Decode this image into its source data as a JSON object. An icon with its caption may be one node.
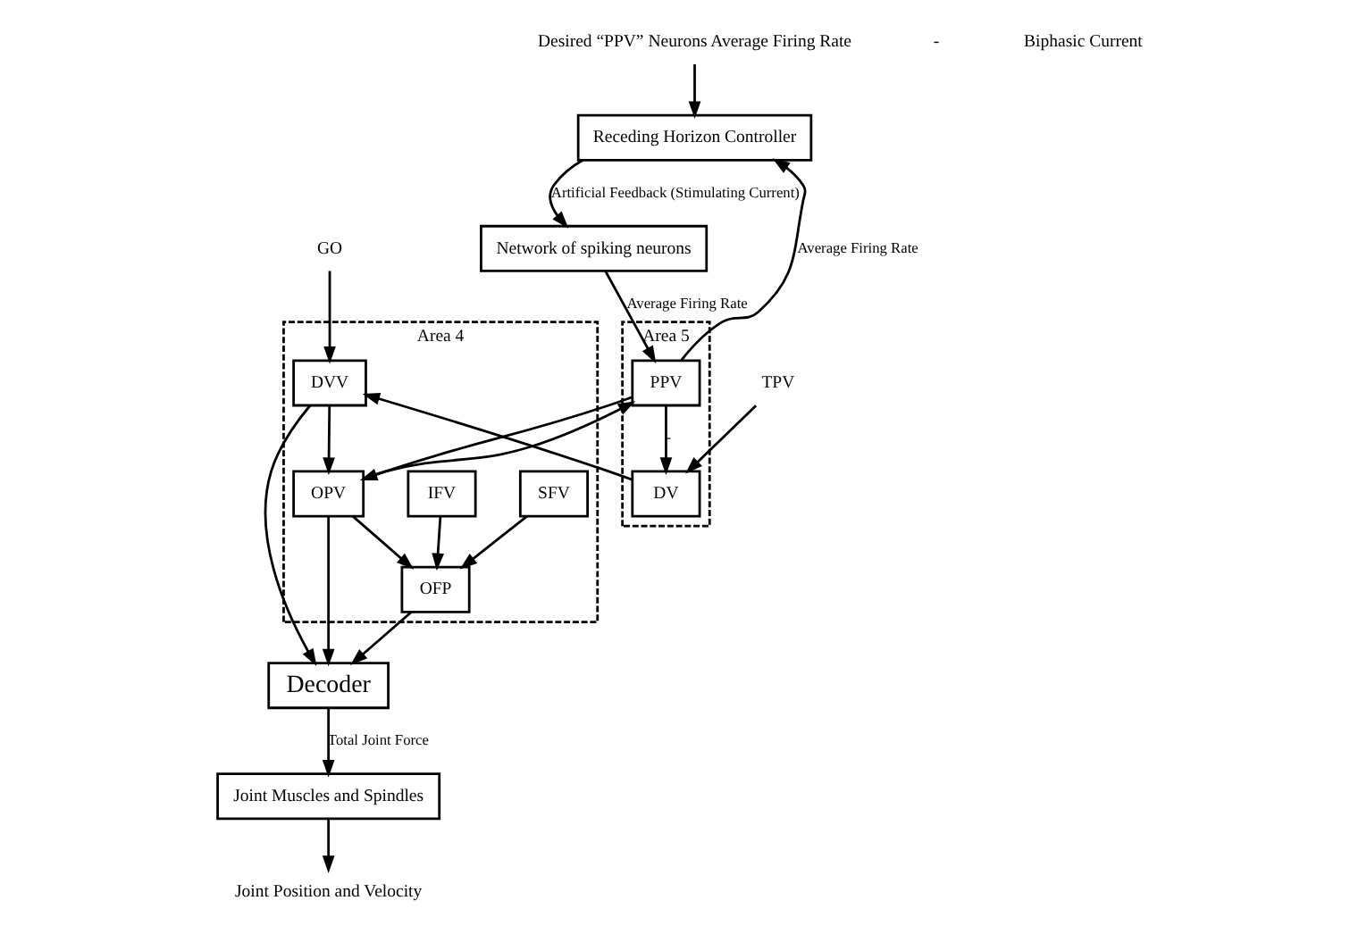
{
  "diagram": {
    "nodes": [
      {
        "text": [
          "Area 4"
        ]
      },
      {
        "text": [
          "DVV"
        ],
        "in": 0
      },
      {
        "text": [
          "OPV"
        ],
        "in": 0
      },
      {
        "text": [
          "SFV"
        ],
        "in": 0
      },
      {
        "text": [
          "OFP"
        ],
        "in": 0
      },
      {
        "text": [
          "IFV"
        ],
        "in": 0
      },
      {
        "text": [
          "Area 5"
        ]
      },
      {
        "text": [
          "PPV"
        ],
        "in": 6
      },
      {
        "text": [
          "DV"
        ],
        "in": 6
      },
      {
        "text": [
          "GO"
        ]
      },
      {
        "text": [
          "TPV"
        ]
      },
      {
        "text": [
          "Decoder"
        ]
      },
      {
        "text": [
          "Network of spiking neurons"
        ]
      },
      {
        "text": [
          "Receding Horizon Controller"
        ]
      },
      {
        "text": [
          "Desired “PPV” Neurons Average Firing Rate"
        ]
      },
      {
        "text": [
          "Joint Muscles and Spindles"
        ]
      },
      {
        "text": [
          "Joint Position and Velocity"
        ]
      }
    ],
    "edges": [
      {
        "from": 9,
        "to": 1,
        "arrow": "to"
      },
      {
        "from": 8,
        "to": 1,
        "arrow": "to"
      },
      {
        "from": 1,
        "to": 2,
        "arrow": "to"
      },
      {
        "from": 7,
        "to": 2,
        "arrow": "to"
      },
      {
        "from": 2,
        "to": 7,
        "arrow": "to"
      },
      {
        "from": 2,
        "to": 4,
        "arrow": "to"
      },
      {
        "from": 3,
        "to": 4,
        "arrow": "to"
      },
      {
        "from": 5,
        "to": 4,
        "arrow": "to"
      },
      {
        "from": 1,
        "to": 11,
        "arrow": "to"
      },
      {
        "from": 2,
        "to": 11,
        "arrow": "to"
      },
      {
        "from": 4,
        "to": 11,
        "arrow": "to"
      },
      {
        "from": 12,
        "to": 7,
        "arrow": "to",
        "label": "Average Firing Rate"
      },
      {
        "from": 7,
        "to": 8,
        "arrow": "to",
        "label": "-"
      },
      {
        "from": 10,
        "to": 8,
        "arrow": "to"
      },
      {
        "from": 7,
        "to": 13,
        "arrow": "to",
        "label": "Average Firing Rate"
      },
      {
        "from": 13,
        "to": 12,
        "arrow": "to",
        "label": "Artificial Feedback (Stimulating Current)"
      },
      {
        "from": 14,
        "to": 13,
        "arrow": "to"
      },
      {
        "from": 11,
        "to": 15,
        "arrow": "to",
        "label": "Total Joint Force"
      },
      {
        "from": 15,
        "to": 16,
        "arrow": "to"
      }
    ],
    "labels": [
      "-",
      "Biphasic Current"
    ]
  }
}
